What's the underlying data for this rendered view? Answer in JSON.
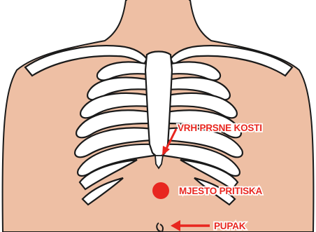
{
  "labels": {
    "sternum_tip": "VRH PRSNE KOSTI",
    "pressure_point": "MJESTO PRITISKA",
    "navel": "PUPAK"
  },
  "icons": {
    "pressure_point": "red-dot-icon",
    "arrows": "red-arrow-icon"
  },
  "colors": {
    "skin": "#eebfa4",
    "outline": "#1a1a1a",
    "bone": "#ffffff",
    "accent": "#e8261f"
  }
}
